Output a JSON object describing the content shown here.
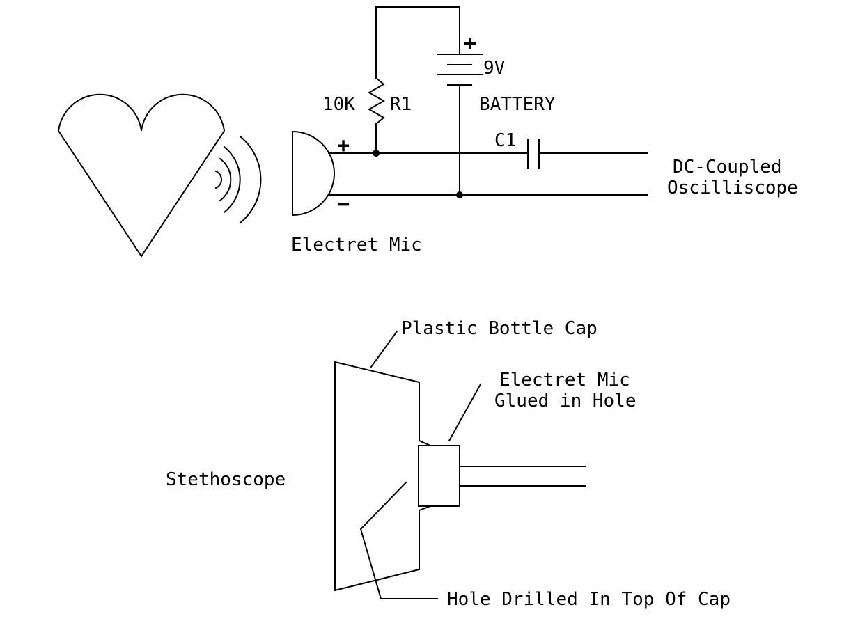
{
  "schematic": {
    "resistor_value": "10K",
    "resistor_ref": "R1",
    "battery_voltage": "9V",
    "battery_label": "BATTERY",
    "battery_plus": "+",
    "capacitor_ref": "C1",
    "mic_plus": "+",
    "mic_minus": "−",
    "mic_label": "Electret Mic",
    "output_line1": "DC-Coupled",
    "output_line2": "Oscilliscope"
  },
  "stethoscope": {
    "label": "Stethoscope",
    "cap_label": "Plastic Bottle Cap",
    "mic_label_line1": "Electret Mic",
    "mic_label_line2": "Glued in Hole",
    "hole_label": "Hole Drilled In Top Of Cap"
  }
}
